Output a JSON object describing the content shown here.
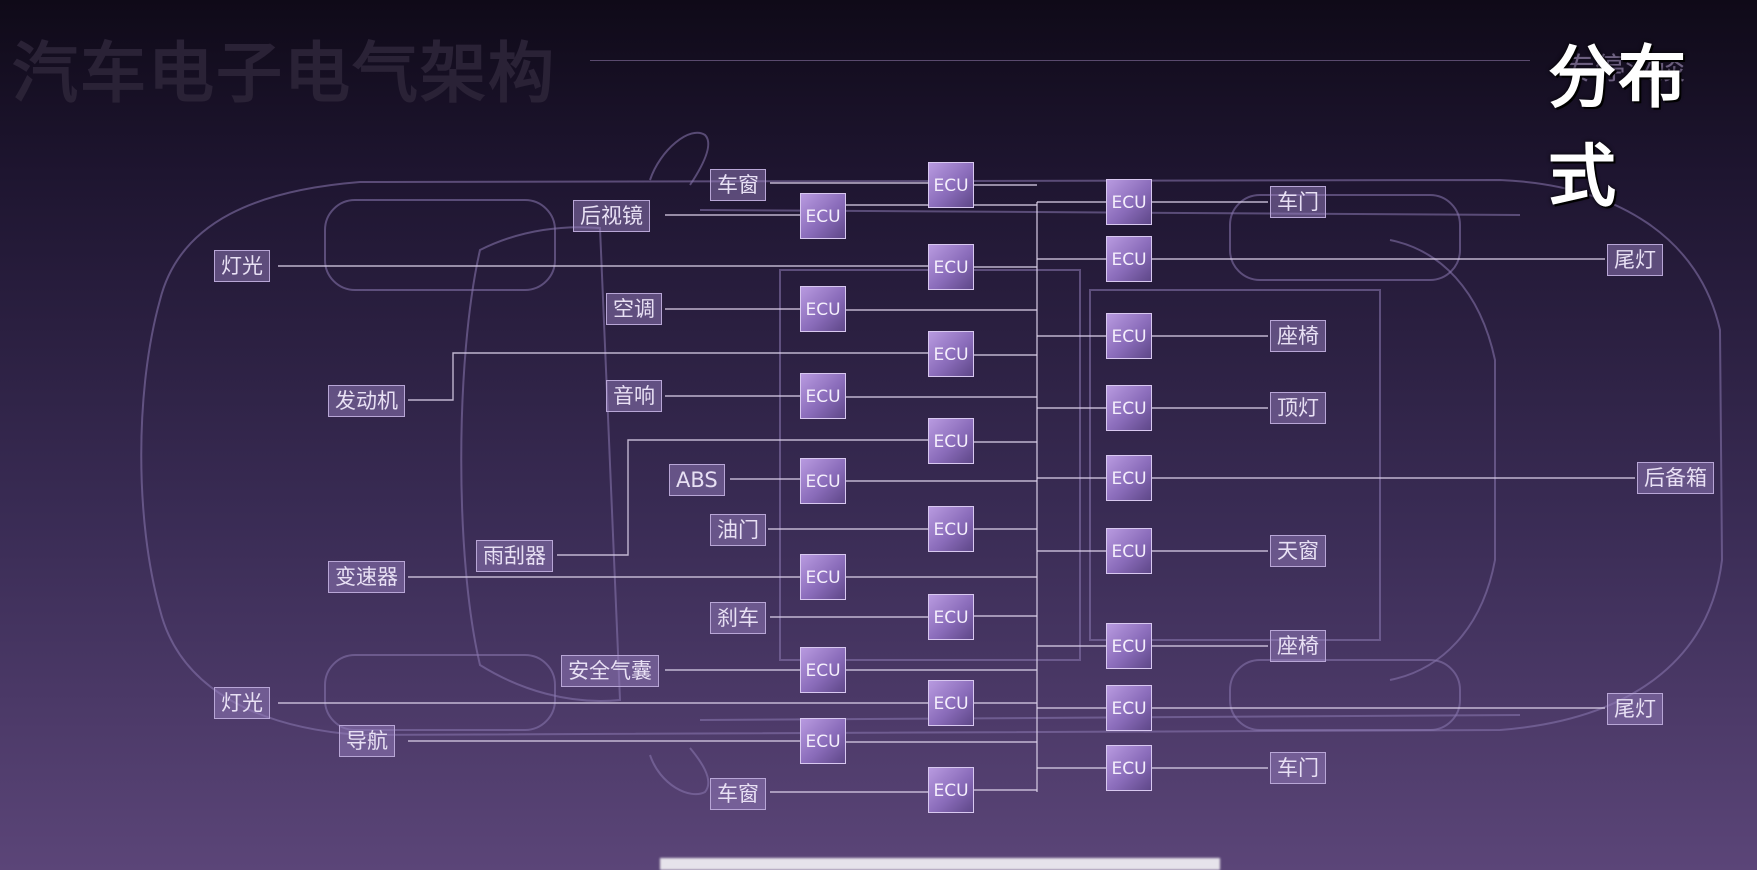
{
  "header": {
    "ghost_title": "汽车电子电气架构",
    "subtitle_ghost": "专停汉谈",
    "title": "分布式"
  },
  "ecu_label": "ECU",
  "labels": {
    "window_top": "车窗",
    "mirror": "后视镜",
    "light_top": "灯光",
    "ac": "空调",
    "engine": "发动机",
    "audio": "音响",
    "abs": "ABS",
    "wiper": "雨刮器",
    "throttle": "油门",
    "gearbox": "变速器",
    "brake": "刹车",
    "airbag": "安全气囊",
    "light_bottom": "灯光",
    "navigation": "导航",
    "window_bottom": "车窗",
    "door_top": "车门",
    "taillight_top": "尾灯",
    "seat_top": "座椅",
    "roof_light": "顶灯",
    "trunk": "后备箱",
    "sunroof": "天窗",
    "seat_bottom": "座椅",
    "taillight_bottom": "尾灯",
    "door_bottom": "车门"
  },
  "colors": {
    "background_top": "#0f0a18",
    "background_bottom": "#5b4578",
    "wire": "#d9cfe8",
    "car_outline": "#8a78b0",
    "label_fill": "#8e78b8",
    "ecu_fill": "#9a7cca"
  }
}
